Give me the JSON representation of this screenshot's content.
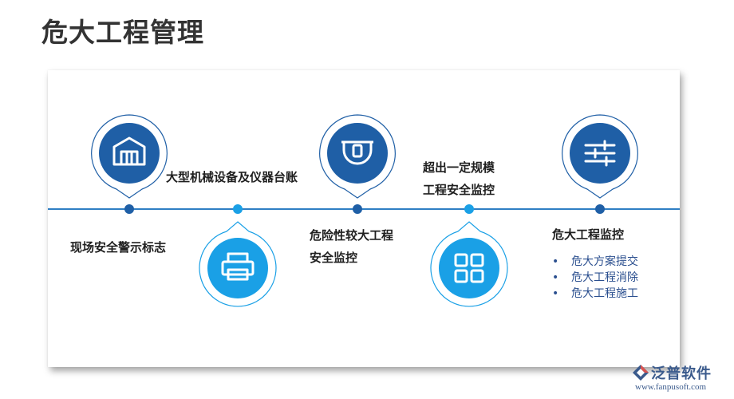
{
  "title": "危大工程管理",
  "colors": {
    "dark_blue": "#1f5fa6",
    "light_blue": "#1aa0e6",
    "line": "#2f7fc4",
    "bullet_text": "#2b4f8f"
  },
  "steps": [
    {
      "label": "现场安全警示标志",
      "icon": "warehouse-icon"
    },
    {
      "label": "大型机械设备及仪器台账",
      "icon": "printer-icon"
    },
    {
      "label_line1": "危险性较大工程",
      "label_line2": "安全监控",
      "icon": "camera-icon"
    },
    {
      "label_line1": "超出一定规模",
      "label_line2": "工程安全监控",
      "icon": "grid-icon"
    },
    {
      "label": "危大工程监控",
      "icon": "sliders-icon",
      "bullets": [
        "危大方案提交",
        "危大工程消除",
        "危大工程施工"
      ]
    }
  ],
  "logo": {
    "brand": "泛普软件",
    "url": "www.fanpusoft.com"
  }
}
